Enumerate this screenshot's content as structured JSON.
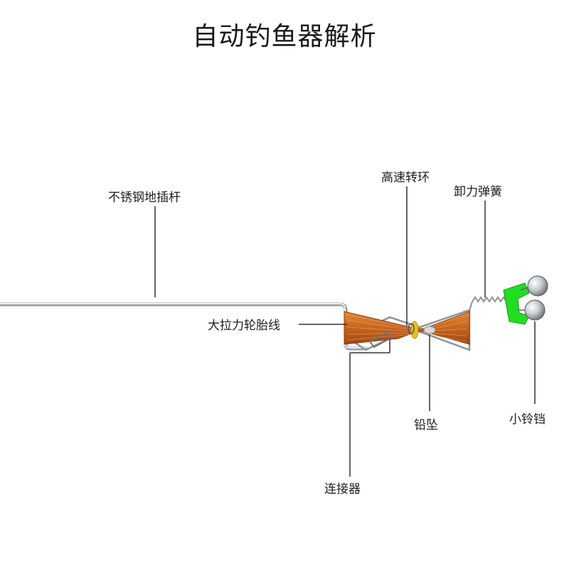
{
  "title": "自动钓鱼器解析",
  "labels": {
    "rod": "不锈钢地插杆",
    "swivel": "高速转环",
    "spring": "卸力弹簧",
    "line": "大拉力轮胎线",
    "sinker": "铅坠",
    "bells": "小铃铛",
    "connector": "连接器"
  },
  "colors": {
    "rod": "#b8bcc0",
    "line": "#c8641e",
    "bell_clip": "#22dd22",
    "bell": "#c9ccd0",
    "leader": "#333333"
  }
}
